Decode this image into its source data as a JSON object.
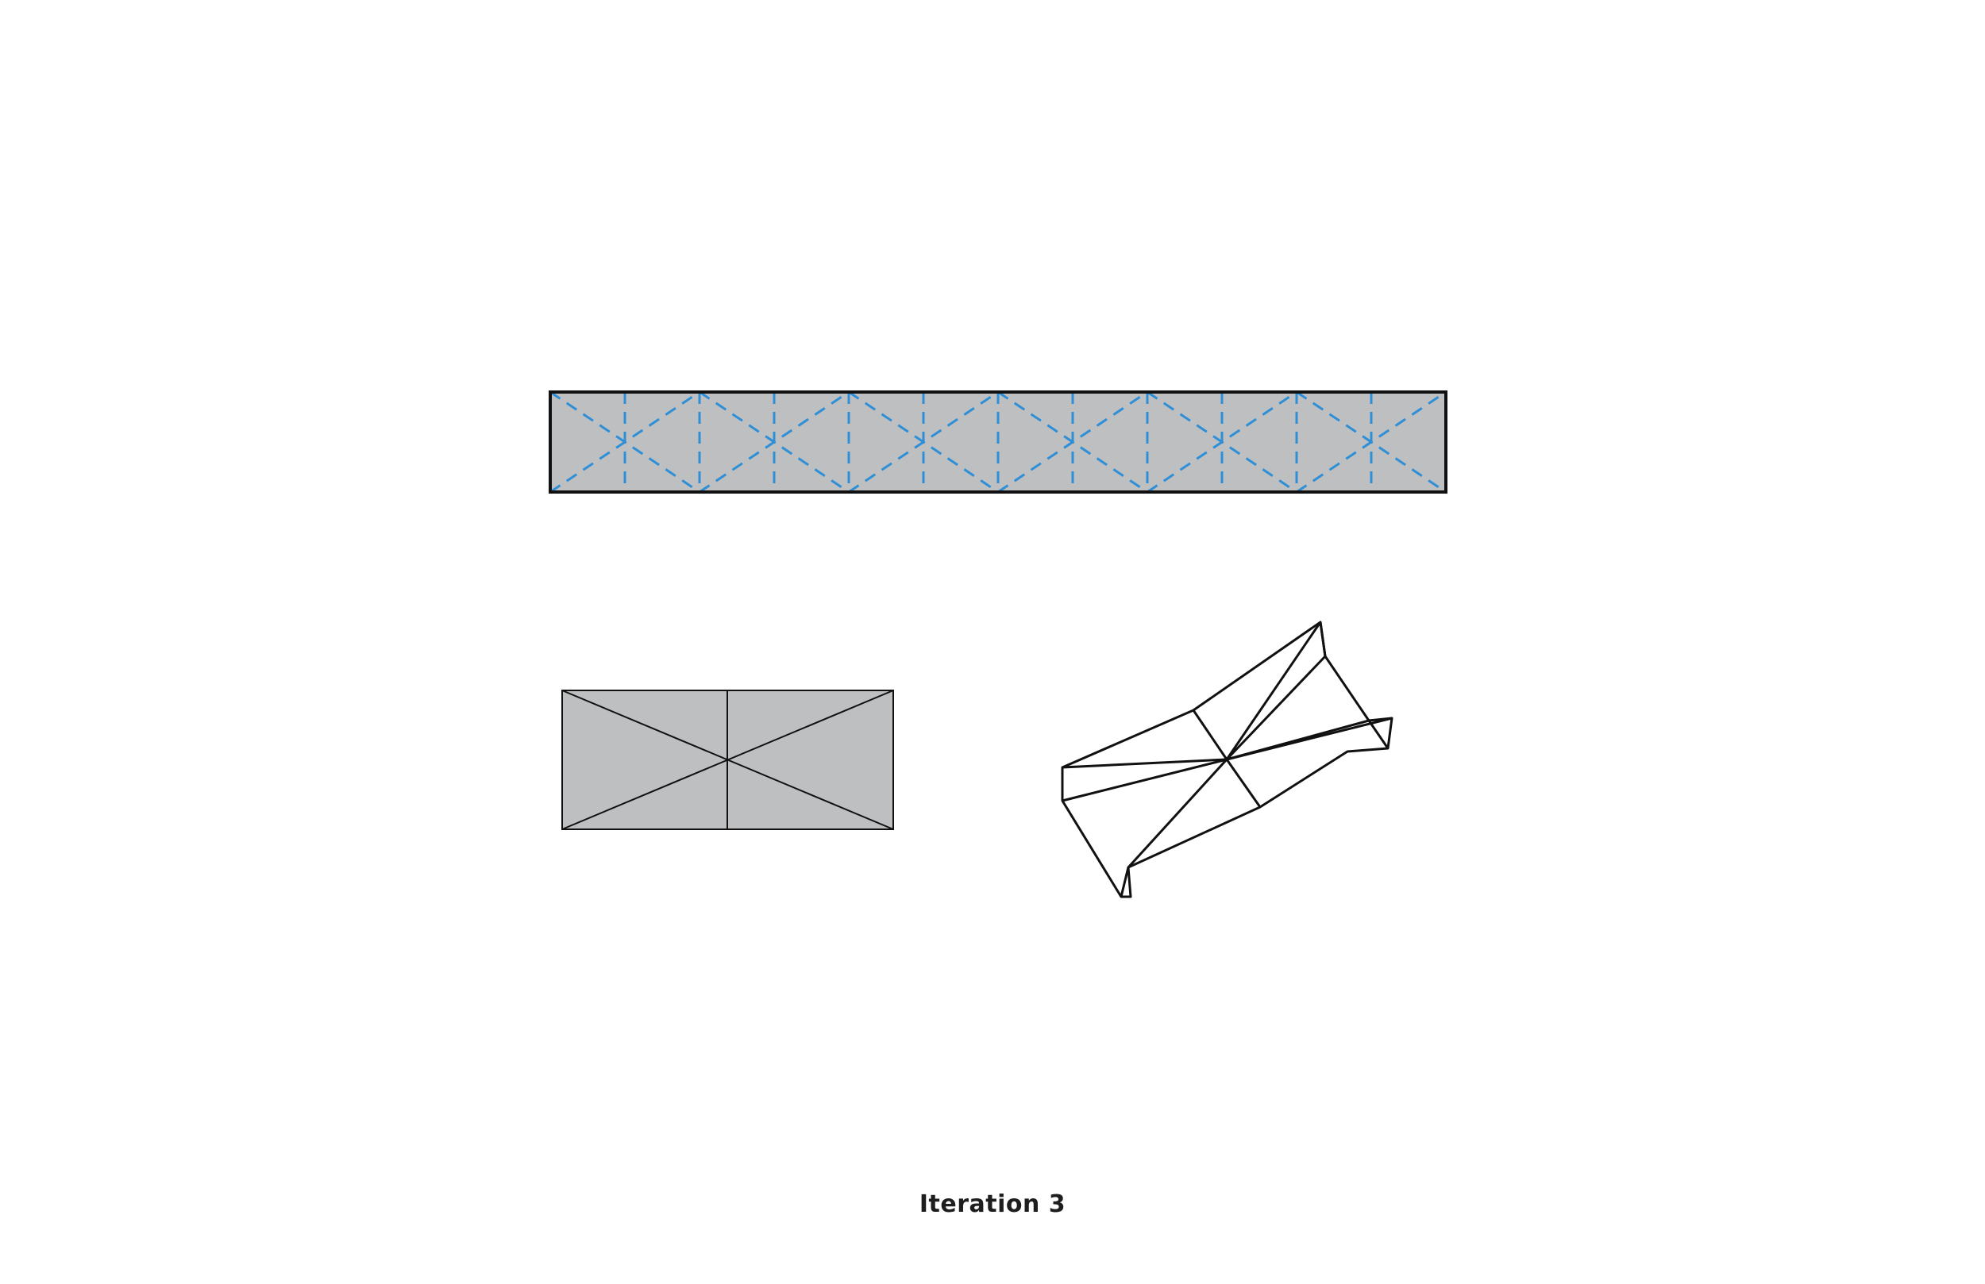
{
  "caption": "Iteration 3",
  "colors": {
    "paper_fill": "#bdbfc1",
    "outline": "#111111",
    "fold_line": "#2f8fd6",
    "background": "#ffffff"
  },
  "crease_pattern": {
    "modules": 6,
    "line_style": "dashed"
  }
}
